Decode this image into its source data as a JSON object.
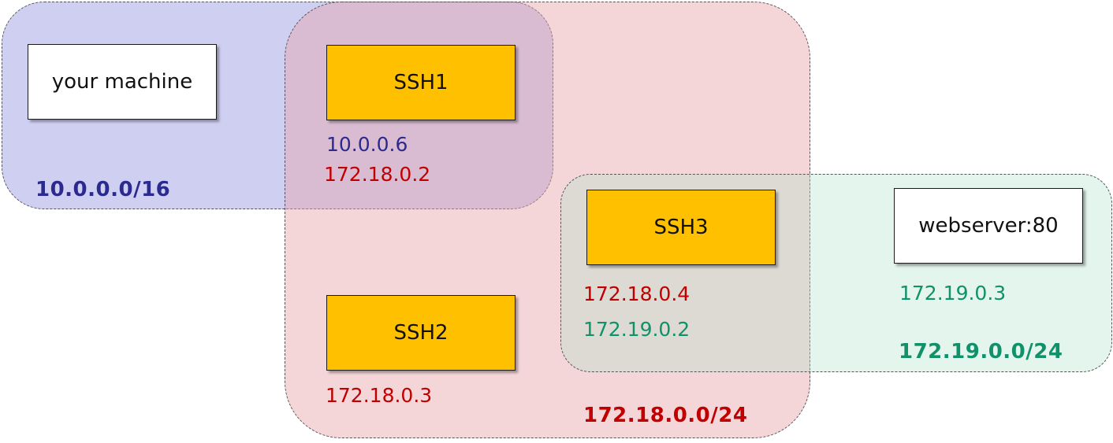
{
  "zones": {
    "blue_network": {
      "label": "10.0.0.0/16",
      "color": "#2b2b8f",
      "fill": "#a0a0e6"
    },
    "red_network": {
      "label": "172.18.0.0/24",
      "color": "#c00000",
      "fill": "#e6a5aa"
    },
    "green_network": {
      "label": "172.19.0.0/24",
      "color": "#11916a",
      "fill": "#afe1c8"
    }
  },
  "nodes": {
    "your_machine": {
      "label": "your machine"
    },
    "ssh1": {
      "label": "SSH1",
      "ip_blue": "10.0.0.6",
      "ip_red": "172.18.0.2"
    },
    "ssh2": {
      "label": "SSH2",
      "ip_red": "172.18.0.3"
    },
    "ssh3": {
      "label": "SSH3",
      "ip_red": "172.18.0.4",
      "ip_green": "172.19.0.2"
    },
    "webserver": {
      "label": "webserver:80",
      "ip_green": "172.19.0.3"
    }
  },
  "colors": {
    "ssh_node_fill": "#ffc000",
    "plain_node_fill": "#ffffff"
  }
}
